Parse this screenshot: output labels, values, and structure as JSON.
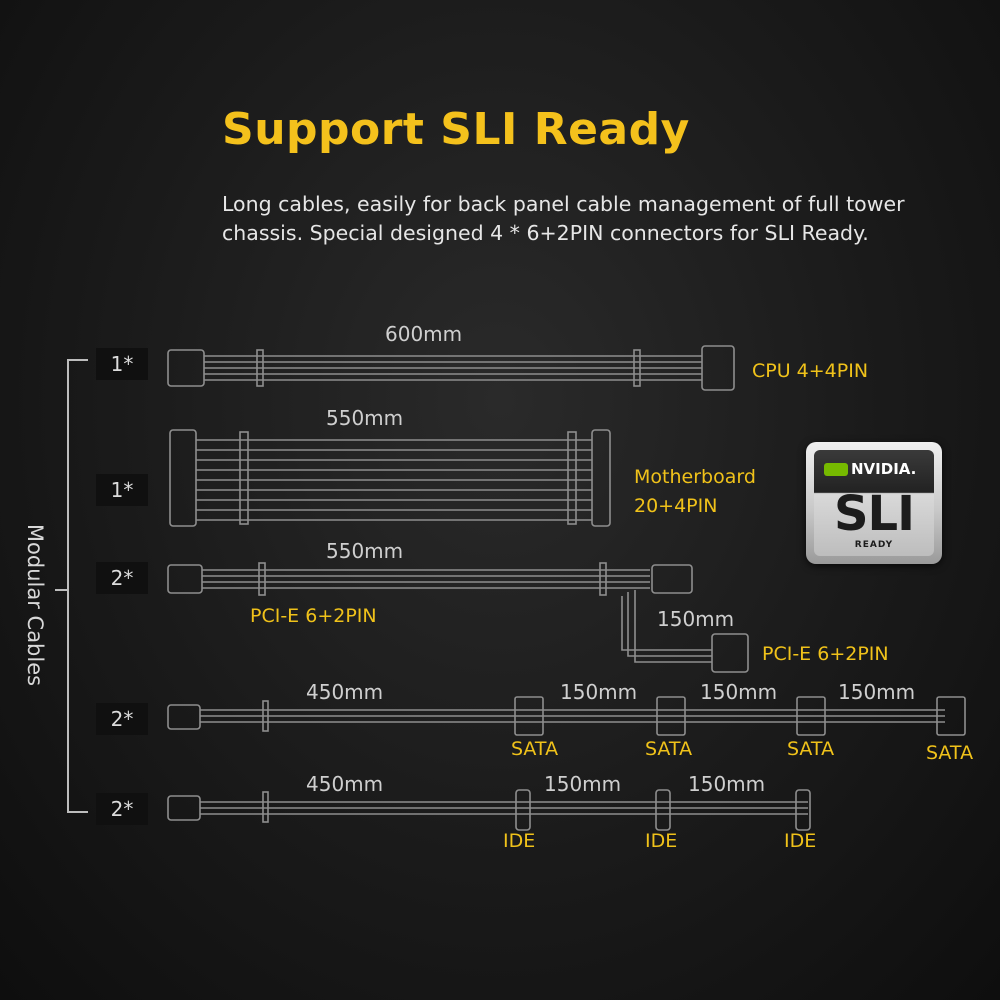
{
  "heading": {
    "title": "Support SLI Ready",
    "description": "Long cables, easily for back panel cable management of full tower chassis. Special designed 4 * 6+2PIN connectors for SLI Ready."
  },
  "side_label": "Modular Cables",
  "cables": {
    "cpu": {
      "quantity": "1*",
      "length": "600mm",
      "connector": "CPU 4+4PIN"
    },
    "motherboard": {
      "quantity": "1*",
      "length": "550mm",
      "connector_line1": "Motherboard",
      "connector_line2": "20+4PIN"
    },
    "pcie": {
      "quantity": "2*",
      "length": "550mm",
      "connector_a": "PCI-E 6+2PIN",
      "extension_length": "150mm",
      "connector_b": "PCI-E 6+2PIN"
    },
    "sata": {
      "quantity": "2*",
      "length": "450mm",
      "segments": [
        "150mm",
        "150mm",
        "150mm"
      ],
      "connectors": [
        "SATA",
        "SATA",
        "SATA",
        "SATA"
      ]
    },
    "ide": {
      "quantity": "2*",
      "length": "450mm",
      "segments": [
        "150mm",
        "150mm"
      ],
      "connectors": [
        "IDE",
        "IDE",
        "IDE"
      ]
    }
  },
  "badge": {
    "brand": "NVIDIA.",
    "mark": "SLI",
    "sub": "READY"
  },
  "colors": {
    "accent": "#f0c21a",
    "cable": "#9a9a9a",
    "background": "#1a1a1a"
  }
}
